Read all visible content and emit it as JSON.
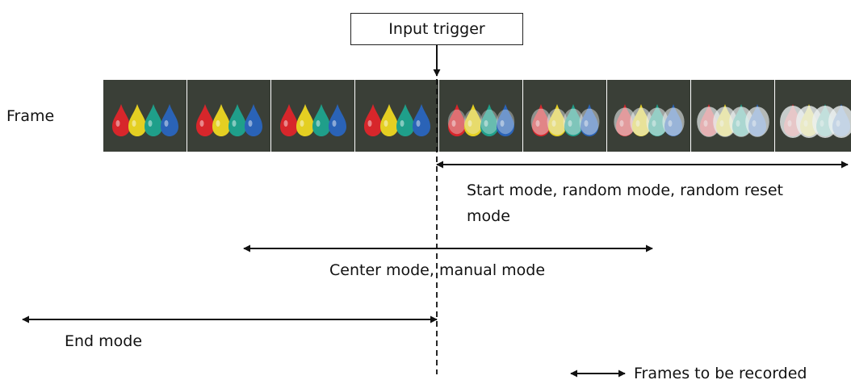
{
  "trigger_label": "Input trigger",
  "frame_label": "Frame",
  "frame_count": 9,
  "trigger_after_frame": 4,
  "modes": {
    "start": "Start mode, random mode, random reset\nmode",
    "center": "Center mode, manual mode",
    "end": "End mode"
  },
  "legend_label": "Frames to be recorded",
  "balloon_colors": [
    "#d7262b",
    "#e4cf22",
    "#1f9f8a",
    "#2a63b7"
  ],
  "frame_background": "#3a3f37"
}
